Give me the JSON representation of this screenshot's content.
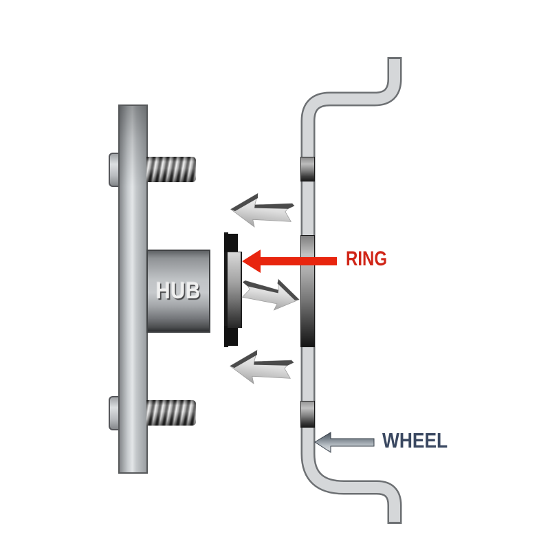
{
  "diagram": {
    "name": "hub-centric-ring-installation-diagram",
    "hub": {
      "label": "HUB"
    },
    "ring": {
      "label": "RING"
    },
    "wheel": {
      "label": "WHEEL"
    },
    "arrows": [
      {
        "name": "press-direction-arrow-top",
        "direction": "left"
      },
      {
        "name": "ring-install-arrow",
        "direction": "left",
        "points_at": "ring"
      },
      {
        "name": "press-direction-arrow-middle",
        "direction": "right"
      },
      {
        "name": "press-direction-arrow-bottom",
        "direction": "left"
      },
      {
        "name": "wheel-pointer-arrow",
        "direction": "left",
        "points_at": "wheel"
      }
    ]
  },
  "colors": {
    "background": "#ffffff",
    "ring_arrow_red": "#e8250e",
    "ring_label_red": "#d02517",
    "wheel_label_navy": "#3a4861",
    "metal_light": "#d5d7d9",
    "metal_outline": "#6d7073",
    "ring_black": "#191919"
  }
}
